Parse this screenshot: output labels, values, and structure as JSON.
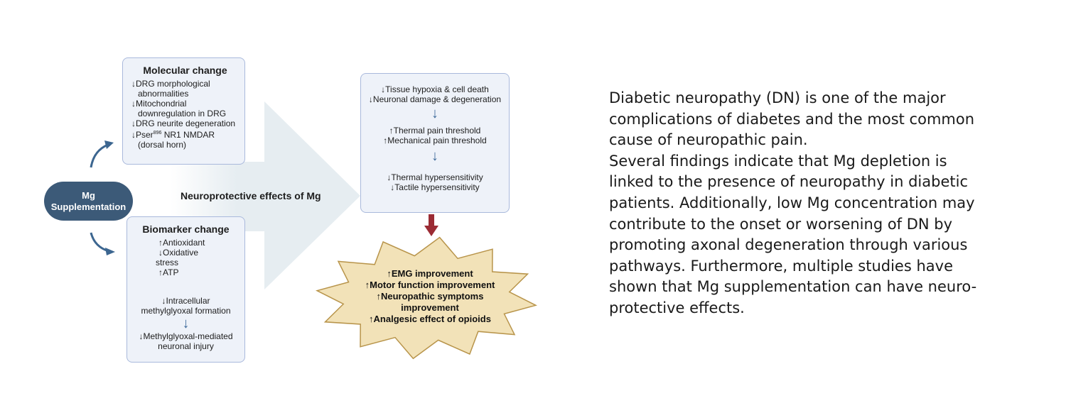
{
  "diagram": {
    "center_node": [
      "Mg",
      "Supplementation"
    ],
    "big_arrow_label": "Neuroprotective effects of Mg",
    "molecular_box": {
      "title": "Molecular change",
      "items": [
        {
          "arrow": "↓",
          "lines": [
            "DRG morphological",
            "abnormalities"
          ]
        },
        {
          "arrow": "↓",
          "lines": [
            "Mitochondrial",
            "downregulation in DRG"
          ]
        },
        {
          "arrow": "↓",
          "lines": [
            "DRG neurite degeneration"
          ]
        },
        {
          "arrow": "↓",
          "prefix": "Pser",
          "superscript": "896",
          "suffix": " NR1 NMDAR",
          "lines2": [
            "(dorsal horn)"
          ]
        }
      ]
    },
    "biomarker_box": {
      "title": "Biomarker change",
      "items": [
        "↑Antioxidant",
        "↓Oxidative",
        "stress",
        "↑ATP"
      ],
      "chain": [
        "↓Intracellular",
        "methylglyoxal formation"
      ],
      "chain_arrow": "↓",
      "result": [
        "↓Methylglyoxal-mediated",
        "neuronal injury"
      ]
    },
    "effects_box": {
      "group1": [
        "↓Tissue hypoxia & cell death",
        "↓Neuronal damage & degeneration"
      ],
      "group2": [
        "↑Thermal pain threshold",
        "↑Mechanical pain threshold"
      ],
      "group3": [
        "↓Thermal hypersensitivity",
        "↓Tactile hypersensitivity"
      ],
      "arrow": "↓"
    },
    "outcome_star": [
      "↑EMG improvement",
      "↑Motor function improvement",
      "↑Neuropathic symptoms",
      "improvement",
      "↑Analgesic effect of opioids"
    ],
    "colors": {
      "box_fill": "#eef2f9",
      "box_border": "#a9b9dc",
      "pill": "#3c5a78",
      "big_arrow": "#e6edf1",
      "star_fill": "#f2e2b8",
      "star_border": "#b8944a",
      "red_arrow": "#9b2b34",
      "blue_arrow": "#3d6a9a"
    }
  },
  "paragraph": {
    "lines": [
      "Diabetic neuropathy (DN) is one of the major",
      "complications of diabetes and the most common",
      "cause of neuropathic pain.",
      "Several findings indicate that Mg depletion is",
      "linked to the presence of neuropathy in diabetic",
      "patients. Additionally, low Mg concentration may",
      "contribute to the onset or worsening of DN by",
      "promoting axonal degeneration through various",
      "pathways. Furthermore, multiple studies have",
      "shown that Mg supplementation can have neuro-",
      "protective effects."
    ]
  }
}
